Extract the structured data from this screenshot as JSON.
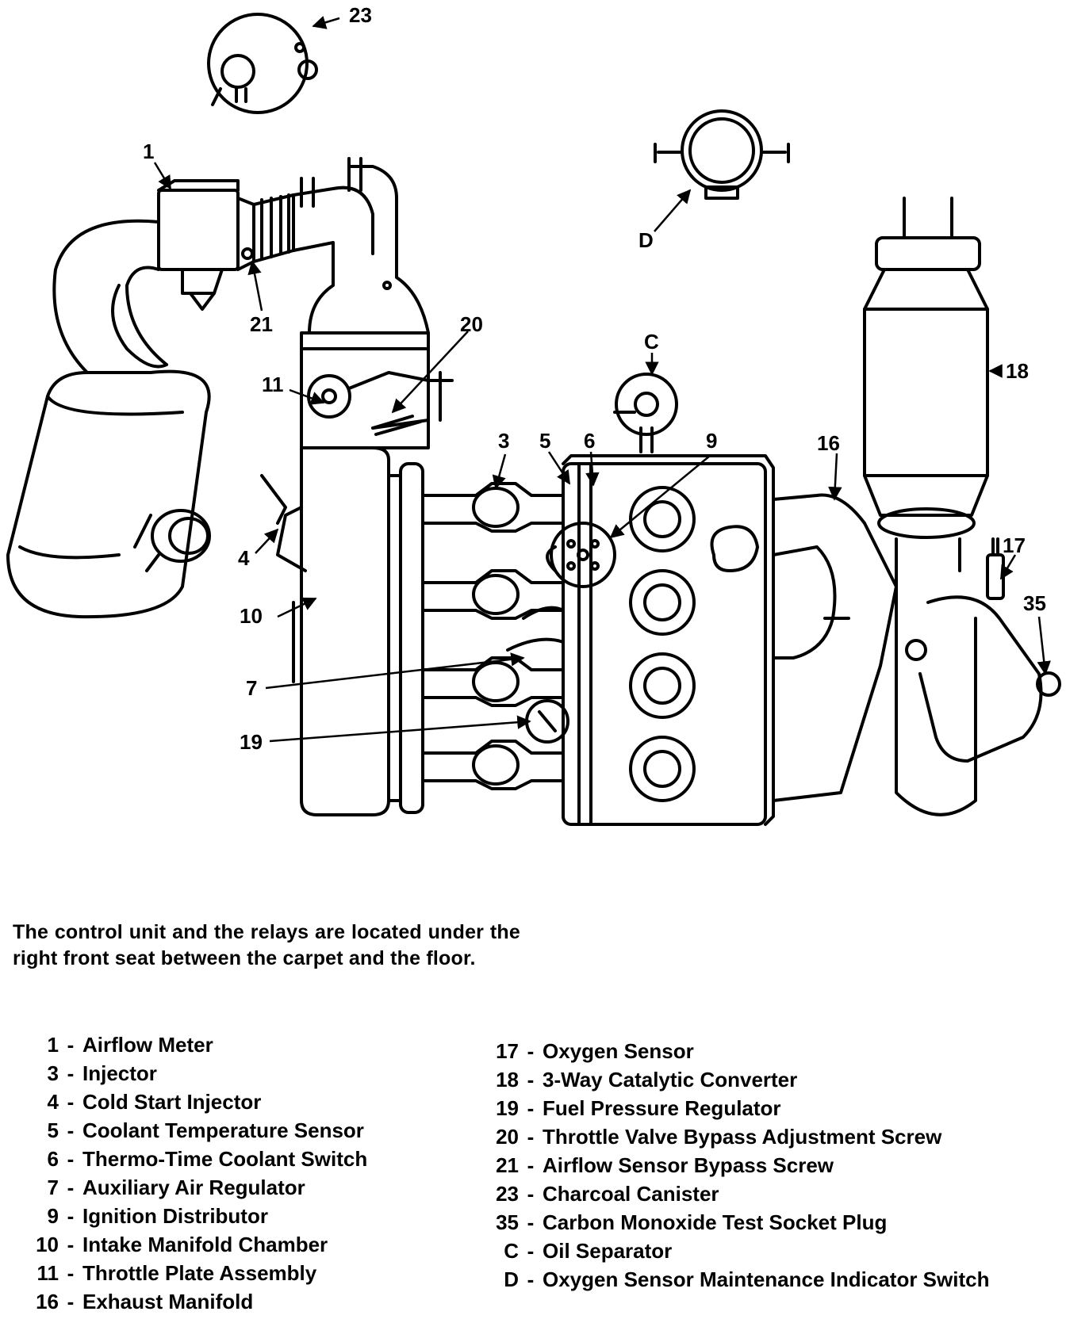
{
  "callouts": {
    "c1": "1",
    "c3": "3",
    "c4": "4",
    "c5": "5",
    "c6": "6",
    "c7": "7",
    "c9": "9",
    "c10": "10",
    "c11": "11",
    "c16": "16",
    "c17": "17",
    "c18": "18",
    "c19": "19",
    "c20": "20",
    "c21": "21",
    "c23": "23",
    "c35": "35",
    "cC": "C",
    "cD": "D"
  },
  "note": "The control unit and the relays are located under the right front seat between the carpet and the floor.",
  "legend_left": [
    {
      "key": "1",
      "label": "Airflow Meter"
    },
    {
      "key": "3",
      "label": "Injector"
    },
    {
      "key": "4",
      "label": "Cold Start Injector"
    },
    {
      "key": "5",
      "label": "Coolant Temperature Sensor"
    },
    {
      "key": "6",
      "label": "Thermo-Time Coolant Switch"
    },
    {
      "key": "7",
      "label": "Auxiliary Air Regulator"
    },
    {
      "key": "9",
      "label": "Ignition Distributor"
    },
    {
      "key": "10",
      "label": "Intake Manifold Chamber"
    },
    {
      "key": "11",
      "label": "Throttle Plate Assembly"
    },
    {
      "key": "16",
      "label": "Exhaust Manifold"
    }
  ],
  "legend_right": [
    {
      "key": "17",
      "label": "Oxygen Sensor"
    },
    {
      "key": "18",
      "label": "3-Way Catalytic Converter"
    },
    {
      "key": "19",
      "label": "Fuel Pressure Regulator"
    },
    {
      "key": "20",
      "label": "Throttle Valve Bypass Adjustment Screw"
    },
    {
      "key": "21",
      "label": "Airflow Sensor Bypass Screw"
    },
    {
      "key": "23",
      "label": "Charcoal Canister"
    },
    {
      "key": "35",
      "label": "Carbon Monoxide Test Socket Plug"
    },
    {
      "key": "C",
      "label": "Oil Separator"
    },
    {
      "key": "D",
      "label": "Oxygen Sensor Maintenance Indicator Switch"
    }
  ]
}
